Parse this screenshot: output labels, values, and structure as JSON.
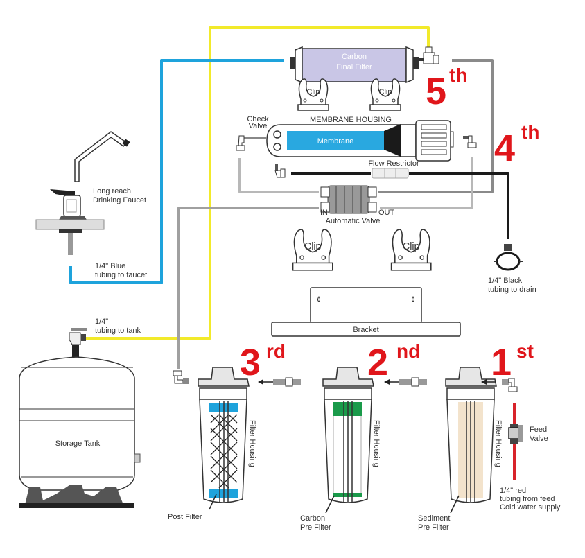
{
  "diagram": {
    "title": "Reverse Osmosis 5-Stage System Installation",
    "stages": [
      {
        "number": "1",
        "suffix": "st",
        "component": "Sediment Pre Filter"
      },
      {
        "number": "2",
        "suffix": "nd",
        "component": "Carbon Pre Filter"
      },
      {
        "number": "3",
        "suffix": "rd",
        "component": "Post Filter"
      },
      {
        "number": "4",
        "suffix": "th",
        "component": "Membrane"
      },
      {
        "number": "5",
        "suffix": "th",
        "component": "Carbon Final Filter"
      }
    ],
    "labels": {
      "final_filter_line1": "Carbon",
      "final_filter_line2": "Final Filter",
      "clip": "Clip",
      "check_valve_line1": "Check",
      "check_valve_line2": "Valve",
      "membrane_housing": "MEMBRANE HOUSING",
      "membrane": "Membrane",
      "flow_restrictor": "Flow Restrictor",
      "automatic_valve": "Automatic Valve",
      "in": "IN",
      "out": "OUT",
      "faucet_line1": "Long reach",
      "faucet_line2": "Drinking Faucet",
      "blue_tubing_line1": "1/4\" Blue",
      "blue_tubing_line2": "tubing to faucet",
      "black_tubing_line1": "1/4\" Black",
      "black_tubing_line2": "tubing to drain",
      "bracket": "Bracket",
      "tank_tubing_line1": "1/4\"",
      "tank_tubing_line2": "tubing to tank",
      "storage_tank": "Storage Tank",
      "filter_housing": "Filter Housing",
      "post_filter": "Post Filter",
      "carbon_pre_line1": "Carbon",
      "carbon_pre_line2": "Pre Filter",
      "sediment_line1": "Sediment",
      "sediment_line2": "Pre Filter",
      "feed_valve_line1": "Feed",
      "feed_valve_line2": "Valve",
      "red_tubing_line1": "1/4\"   red",
      "red_tubing_line2": "tubing from feed",
      "red_tubing_line3": "Cold water supply"
    },
    "colors": {
      "stage_red": "#e0161b",
      "yellow_tube": "#f2ea2a",
      "blue_tube": "#1ea3dc",
      "gray_tube": "#8a8a8a",
      "light_gray_tube": "#b8b8b8",
      "black_tube": "#1a1a1a",
      "red_tube": "#d8232a",
      "final_filter": "#c9c6e6",
      "membrane": "#29a8e0",
      "carbon_green": "#1a9a4a",
      "post_blue": "#1ea3dc",
      "sediment": "#f3e3cc"
    }
  }
}
